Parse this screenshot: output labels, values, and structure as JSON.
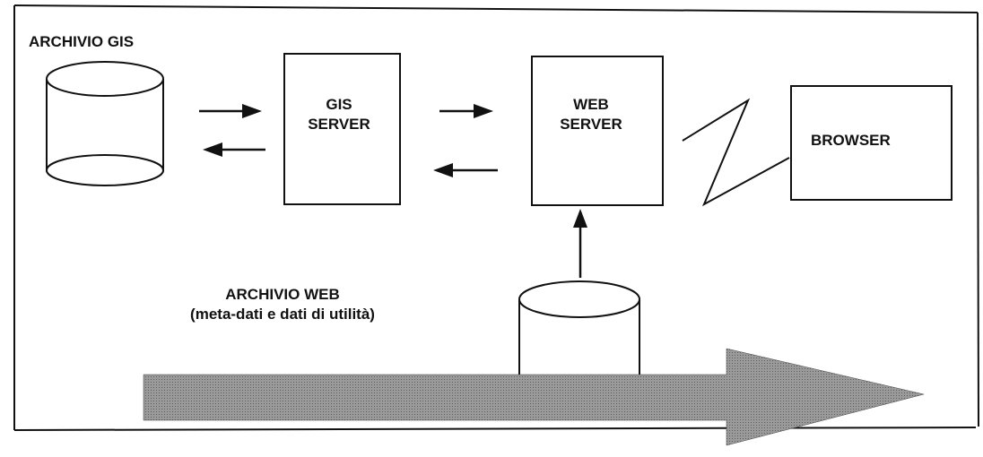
{
  "labels": {
    "archivio_gis": "ARCHIVIO GIS",
    "gis_server_line1": "GIS",
    "gis_server_line2": "SERVER",
    "web_server_line1": "WEB",
    "web_server_line2": "SERVER",
    "browser": "BROWSER",
    "archivio_web": "ARCHIVIO WEB",
    "archivio_web_sub": "(meta-dati e dati di utilità)"
  },
  "colors": {
    "stroke": "#111111",
    "big_arrow_fill": "#8a8a8a"
  }
}
